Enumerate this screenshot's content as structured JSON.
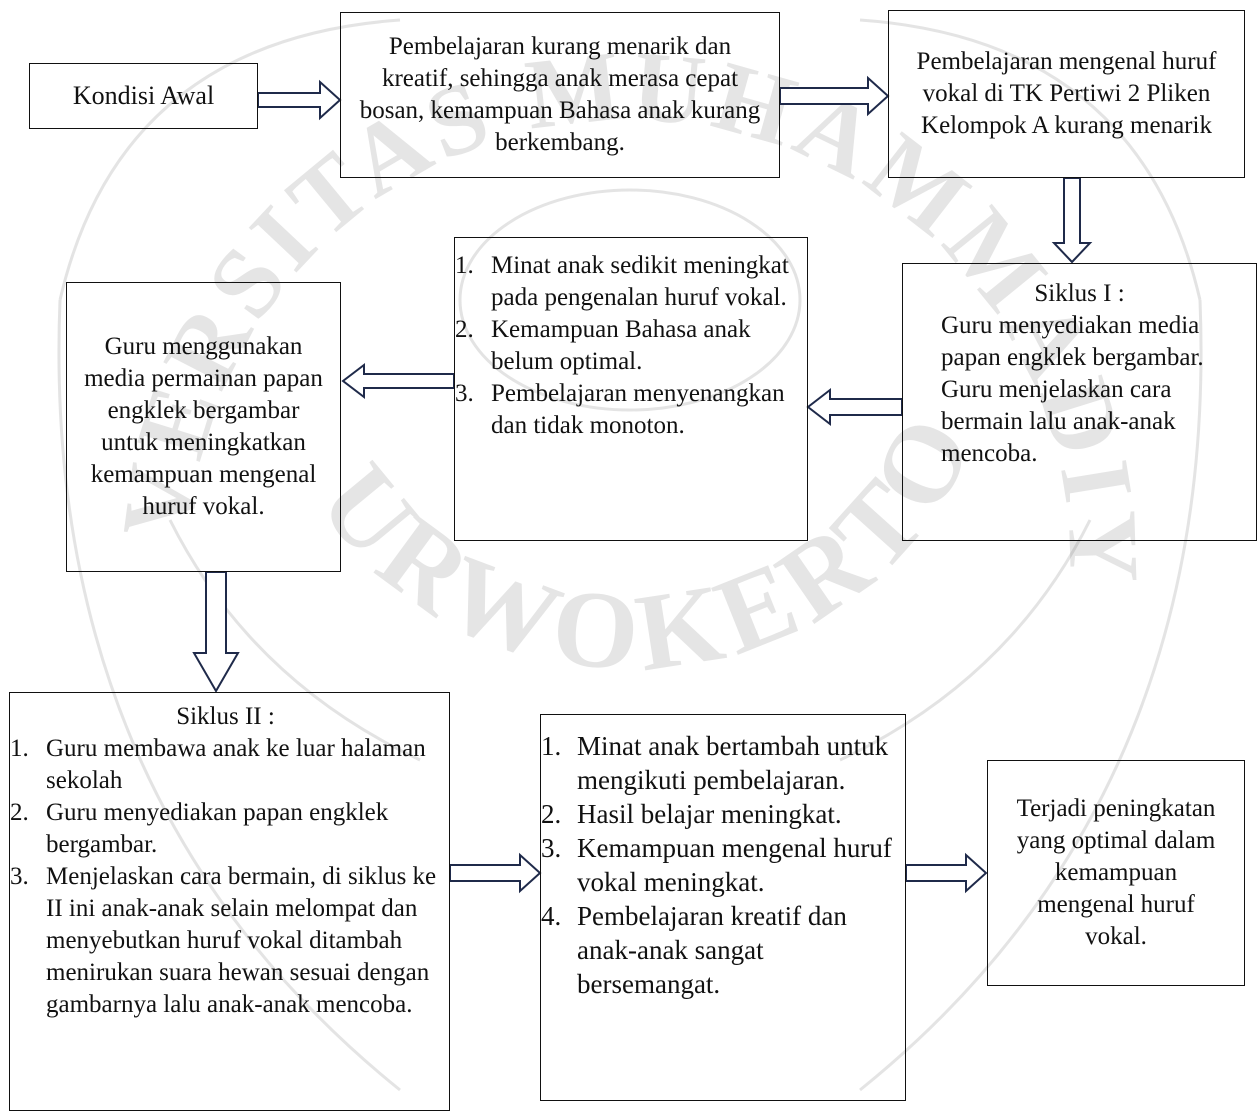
{
  "watermark": {
    "top_text": "UNIVERSITAS MUHAMMADIYAH",
    "bottom_text": "PURWOKERTO"
  },
  "boxes": {
    "kondisi_awal": "Kondisi Awal",
    "problem": "Pembelajaran kurang menarik dan kreatif, sehingga anak merasa cepat bosan, kemampuan Bahasa anak kurang berkembang.",
    "learning": "Pembelajaran mengenal huruf vokal di TK Pertiwi 2 Pliken Kelompok A kurang menarik",
    "siklus1": {
      "title": "Siklus I :",
      "lines": [
        "Guru menyediakan media papan engklek bergambar.",
        "Guru menjelaskan cara bermain lalu anak-anak mencoba."
      ]
    },
    "result1": {
      "items": [
        {
          "num": "1.",
          "text": "Minat anak sedikit meningkat pada pengenalan huruf vokal."
        },
        {
          "num": "2.",
          "text": "Kemampuan Bahasa anak belum optimal."
        },
        {
          "num": "3.",
          "text": "Pembelajaran menyenangkan dan tidak monoton."
        }
      ]
    },
    "guru": "Guru menggunakan media permainan papan engklek bergambar untuk meningkatkan kemampuan mengenal huruf vokal.",
    "siklus2": {
      "title": "Siklus II :",
      "items": [
        {
          "num": "1.",
          "text": "Guru membawa anak ke luar halaman sekolah"
        },
        {
          "num": "2.",
          "text": "Guru menyediakan  papan engklek bergambar."
        },
        {
          "num": "3.",
          "text": "Menjelaskan cara bermain, di siklus ke II ini anak-anak selain melompat dan menyebutkan huruf vokal ditambah menirukan suara hewan sesuai dengan gambarnya lalu anak-anak mencoba."
        }
      ]
    },
    "result2": {
      "items": [
        {
          "num": "1.",
          "text": "Minat anak bertambah untuk mengikuti pembelajaran."
        },
        {
          "num": "2.",
          "text": "Hasil belajar meningkat."
        },
        {
          "num": "3.",
          "text": "Kemampuan mengenal huruf vokal meningkat."
        },
        {
          "num": "4.",
          "text": "Pembelajaran kreatif dan anak-anak sangat bersemangat."
        }
      ]
    },
    "final": "Terjadi peningkatan yang optimal dalam kemampuan mengenal huruf vokal."
  }
}
